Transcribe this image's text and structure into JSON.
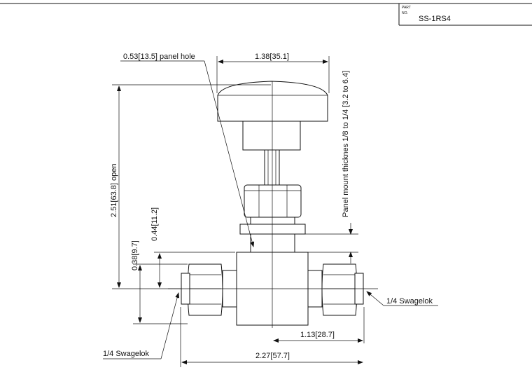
{
  "title_block": {
    "part_label": "PART",
    "no_label": "NO.",
    "part_number": "SS-1RS4"
  },
  "dimensions": {
    "panel_hole": "0.53[13.5] panel hole",
    "handle_width": "1.38[35.1]",
    "height_open": "2.51[63.8] open",
    "dim_044": "0.44[11.2]",
    "dim_038": "0.38[9.7]",
    "panel_thickness": "Panel mount thicknes 1/8 to 1/4 [3.2 to 6.4]",
    "half_length": "1.13[28.7]",
    "overall_length": "2.27[57.7]"
  },
  "callouts": {
    "right_fitting": "1/4 Swagelok",
    "left_fitting": "1/4 Swagelok"
  }
}
